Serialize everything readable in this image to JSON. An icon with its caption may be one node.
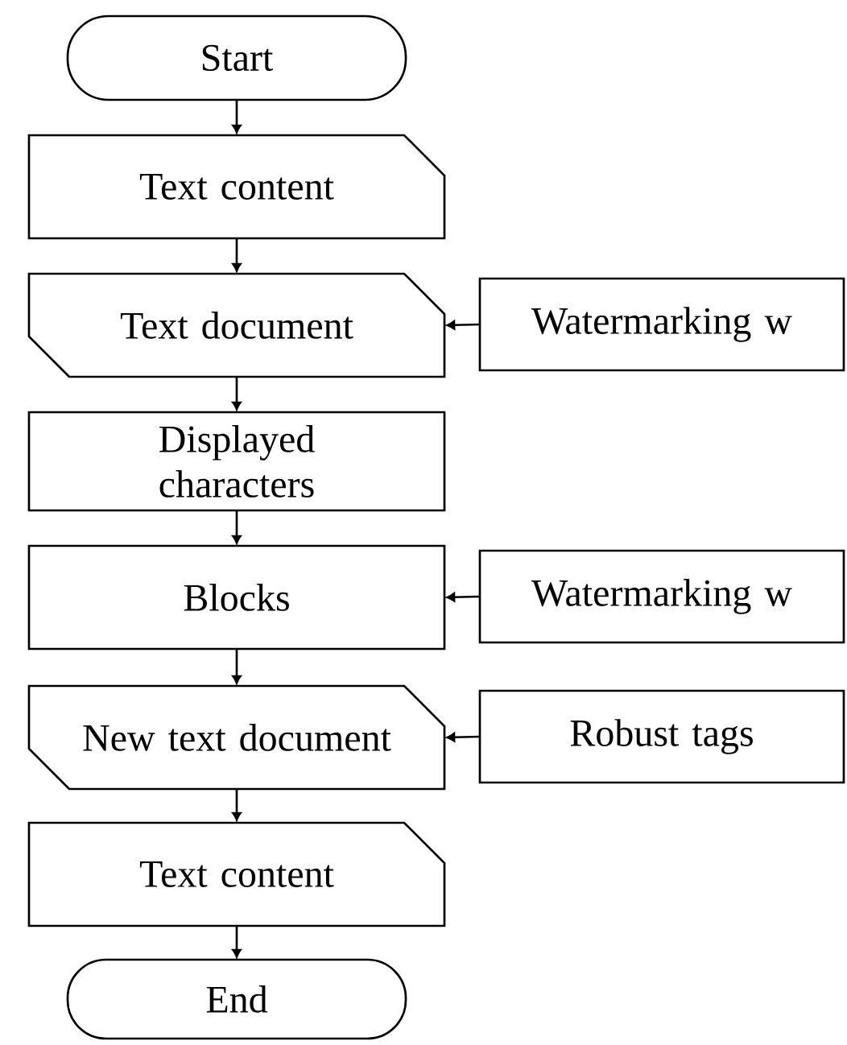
{
  "diagram": {
    "nodes": [
      {
        "text": [
          "Start"
        ]
      },
      {
        "text": [
          "Text content"
        ]
      },
      {
        "text": [
          "Text document"
        ]
      },
      {
        "text": [
          "Watermarking w"
        ]
      },
      {
        "text": [
          "Displayed characters"
        ]
      },
      {
        "text": [
          "Blocks"
        ]
      },
      {
        "text": [
          "Watermarking w"
        ]
      },
      {
        "text": [
          "New text document"
        ]
      },
      {
        "text": [
          "Robust tags"
        ]
      },
      {
        "text": [
          "Text content"
        ]
      },
      {
        "text": [
          "End"
        ]
      }
    ],
    "edges": [
      {
        "from": 0,
        "to": 1,
        "arrow": "to"
      },
      {
        "from": 1,
        "to": 2,
        "arrow": "to"
      },
      {
        "from": 3,
        "to": 2,
        "arrow": "to"
      },
      {
        "from": 2,
        "to": 4,
        "arrow": "to"
      },
      {
        "from": 4,
        "to": 5,
        "arrow": "to"
      },
      {
        "from": 6,
        "to": 5,
        "arrow": "to"
      },
      {
        "from": 5,
        "to": 7,
        "arrow": "to"
      },
      {
        "from": 8,
        "to": 7,
        "arrow": "to"
      },
      {
        "from": 7,
        "to": 9,
        "arrow": "to"
      },
      {
        "from": 9,
        "to": 10,
        "arrow": "to"
      }
    ]
  }
}
